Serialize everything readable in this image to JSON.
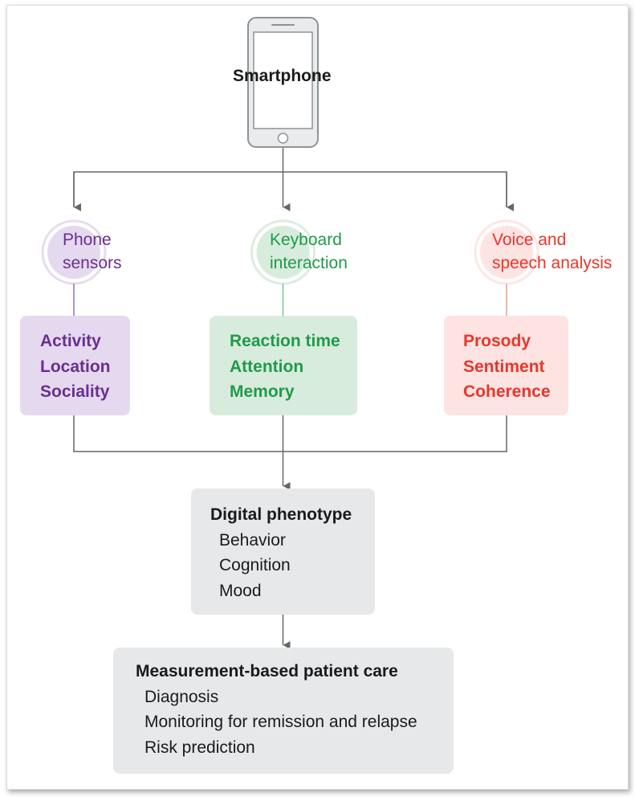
{
  "smartphone": {
    "label": "Smartphone"
  },
  "sources": [
    {
      "title_line1": "Phone",
      "title_line2": "sensors",
      "items": [
        "Activity",
        "Location",
        "Sociality"
      ],
      "color": "#6a2e91"
    },
    {
      "title_line1": "Keyboard",
      "title_line2": "interaction",
      "items": [
        "Reaction time",
        "Attention",
        "Memory"
      ],
      "color": "#1f9a4a"
    },
    {
      "title_line1": "Voice and",
      "title_line2": "speech analysis",
      "items": [
        "Prosody",
        "Sentiment",
        "Coherence"
      ],
      "color": "#e8362b"
    }
  ],
  "digital_phenotype": {
    "title": "Digital phenotype",
    "items": [
      "Behavior",
      "Cognition",
      "Mood"
    ]
  },
  "patient_care": {
    "title": "Measurement-based patient care",
    "items": [
      "Diagnosis",
      "Monitoring for remission and relapse",
      "Risk prediction"
    ]
  }
}
